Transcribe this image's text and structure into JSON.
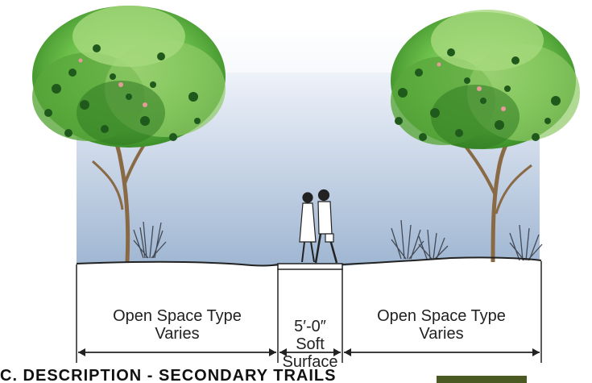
{
  "labels": {
    "left_zone": [
      "Open Space Type",
      "Varies"
    ],
    "path_width": "5′-0″",
    "path_surface": [
      "Soft",
      "Surface"
    ],
    "right_zone": [
      "Open Space Type",
      "Varies"
    ]
  },
  "caption": {
    "text": "C. DESCRIPTION - SECONDARY TRAILS"
  },
  "colors": {
    "sky_top": "#e9eef7",
    "sky_bottom": "#9fb6d2",
    "foliage_dark": "#1f5a1c",
    "foliage_mid": "#3f9a2e",
    "foliage_light": "#a9d88b",
    "trunk": "#8a6a45",
    "ground_line": "#222222",
    "caption_box": "#4b5a23"
  },
  "icons": [
    "tree-icon",
    "shrub-icon",
    "pedestrian-couple-icon"
  ]
}
